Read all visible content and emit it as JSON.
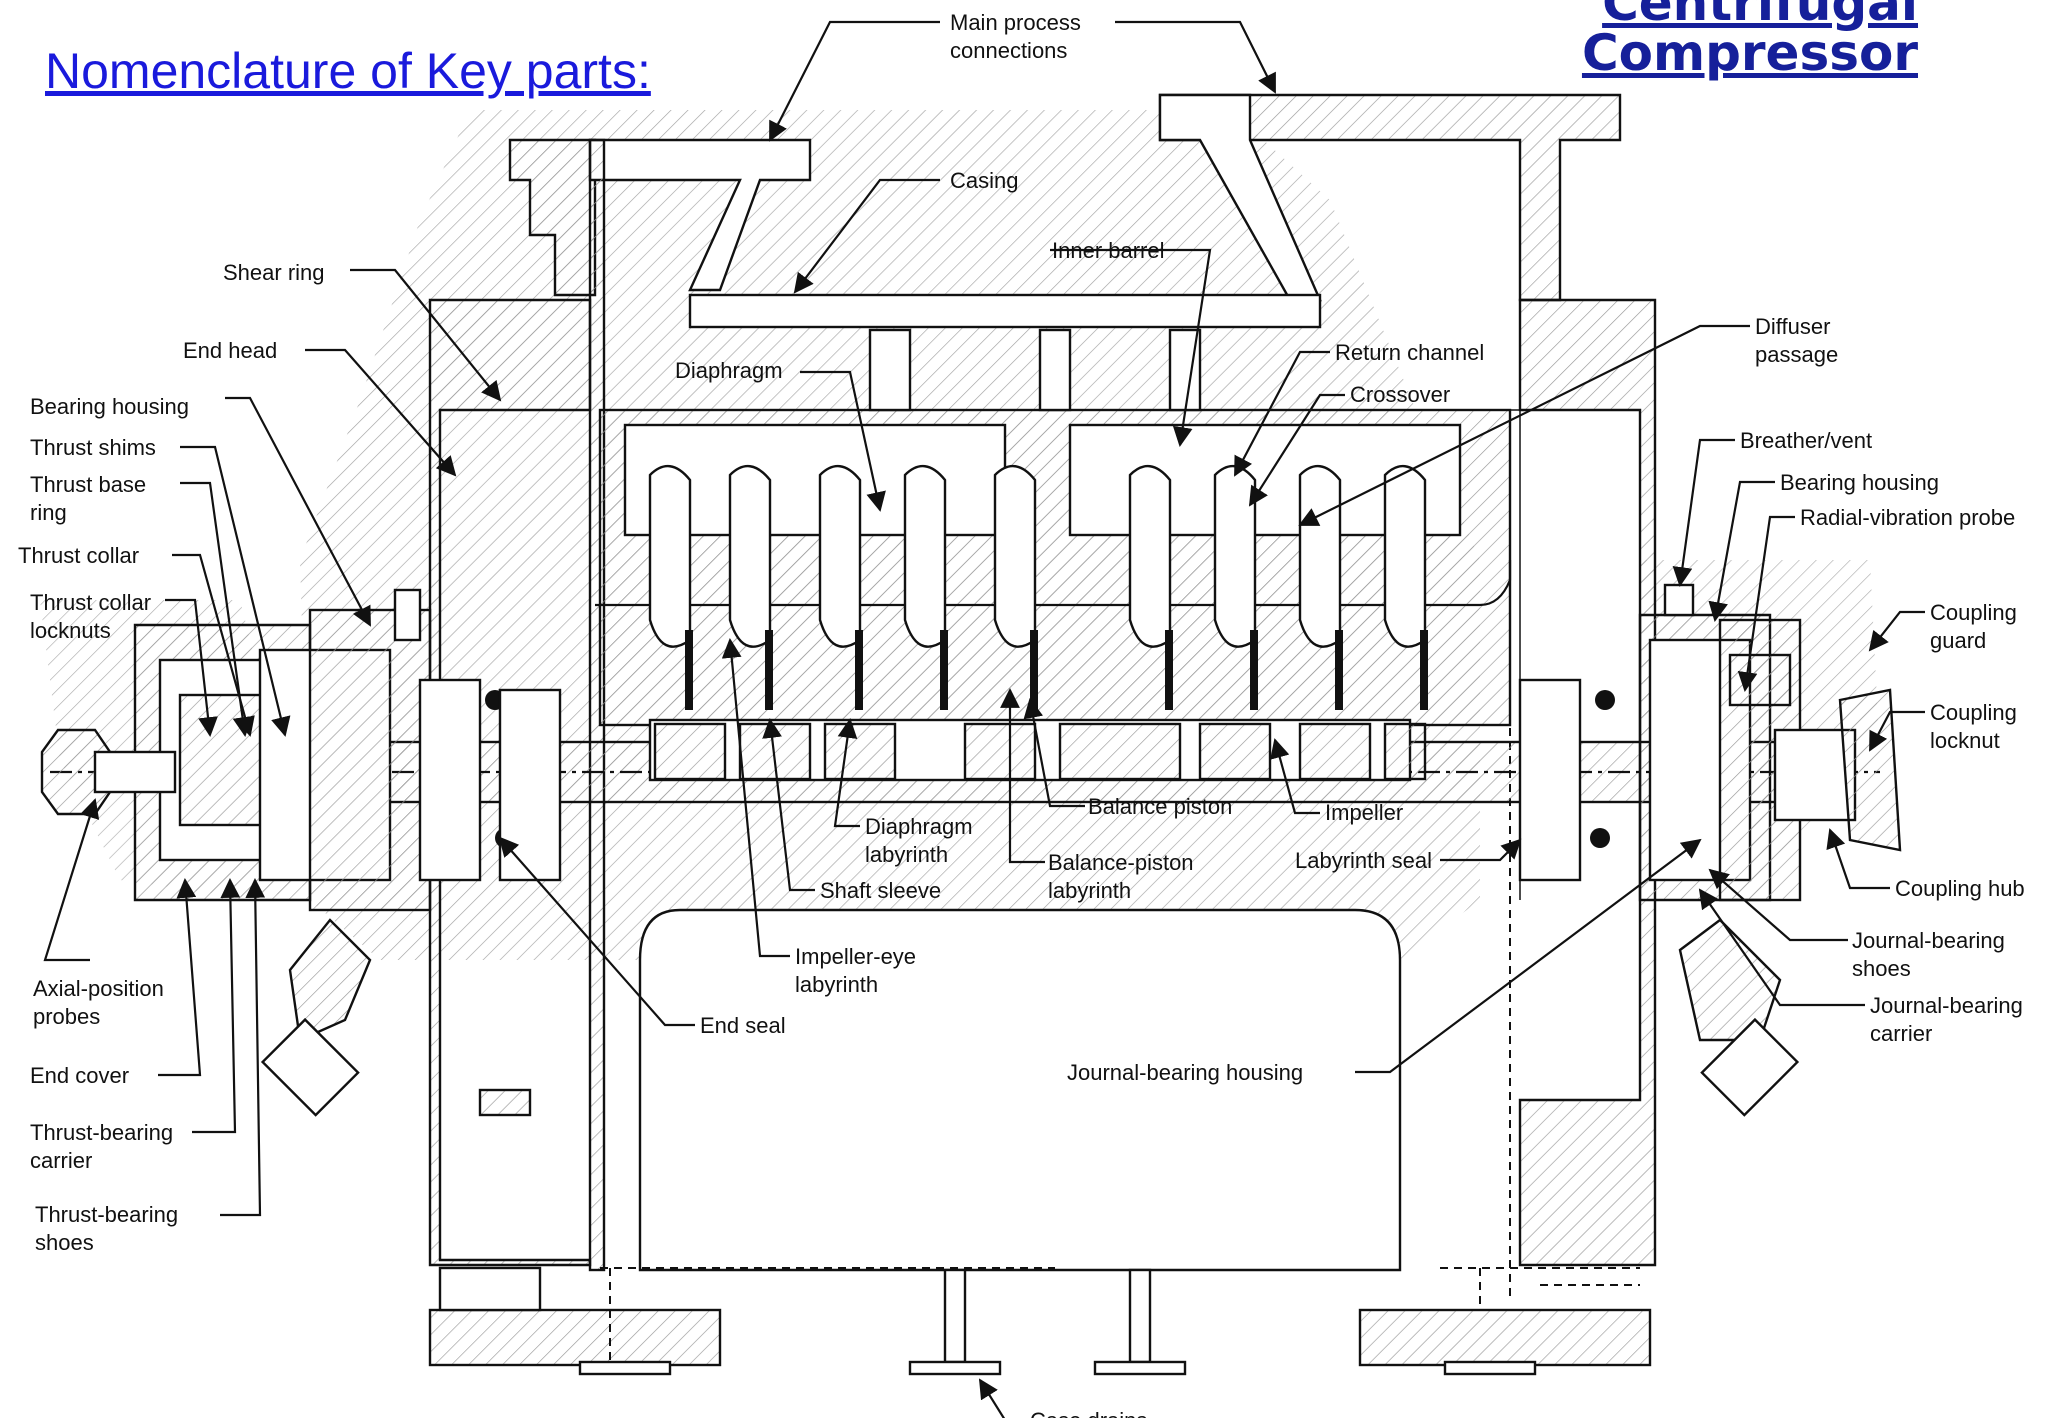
{
  "heading": "Nomenclature of Key parts:",
  "title": {
    "line1": "Centrifugal",
    "line2": "Compressor"
  },
  "labels": {
    "main_process": [
      "Main process",
      "connections"
    ],
    "casing": "Casing",
    "inner_barrel": "Inner barrel",
    "shear_ring": "Shear ring",
    "end_head": "End head",
    "bearing_housing_left": "Bearing housing",
    "thrust_shims": "Thrust shims",
    "thrust_base_ring": [
      "Thrust base",
      "ring"
    ],
    "thrust_collar": "Thrust collar",
    "thrust_collar_locknuts": [
      "Thrust collar",
      "locknuts"
    ],
    "axial_position_probes": [
      "Axial-position",
      "probes"
    ],
    "end_cover": "End cover",
    "thrust_bearing_carrier": [
      "Thrust-bearing",
      "carrier"
    ],
    "thrust_bearing_shoes": [
      "Thrust-bearing",
      "shoes"
    ],
    "diaphragm": "Diaphragm",
    "return_channel": "Return channel",
    "crossover": "Crossover",
    "diffuser_passage": [
      "Diffuser",
      "passage"
    ],
    "breather_vent": "Breather/vent",
    "bearing_housing_right": "Bearing housing",
    "radial_vibration_probe": "Radial-vibration probe",
    "coupling_guard": [
      "Coupling",
      "guard"
    ],
    "coupling_locknut": [
      "Coupling",
      "locknut"
    ],
    "coupling_hub": "Coupling hub",
    "journal_bearing_shoes": [
      "Journal-bearing",
      "shoes"
    ],
    "journal_bearing_carrier": [
      "Journal-bearing",
      "carrier"
    ],
    "journal_bearing_housing": "Journal-bearing housing",
    "labyrinth_seal": "Labyrinth seal",
    "impeller": "Impeller",
    "balance_piston": "Balance piston",
    "balance_piston_labyrinth": [
      "Balance-piston",
      "labyrinth"
    ],
    "diaphragm_labyrinth": [
      "Diaphragm",
      "labyrinth"
    ],
    "shaft_sleeve": "Shaft sleeve",
    "impeller_eye_labyrinth": [
      "Impeller-eye",
      "labyrinth"
    ],
    "end_seal": "End seal",
    "case_drains": "Case drains"
  }
}
